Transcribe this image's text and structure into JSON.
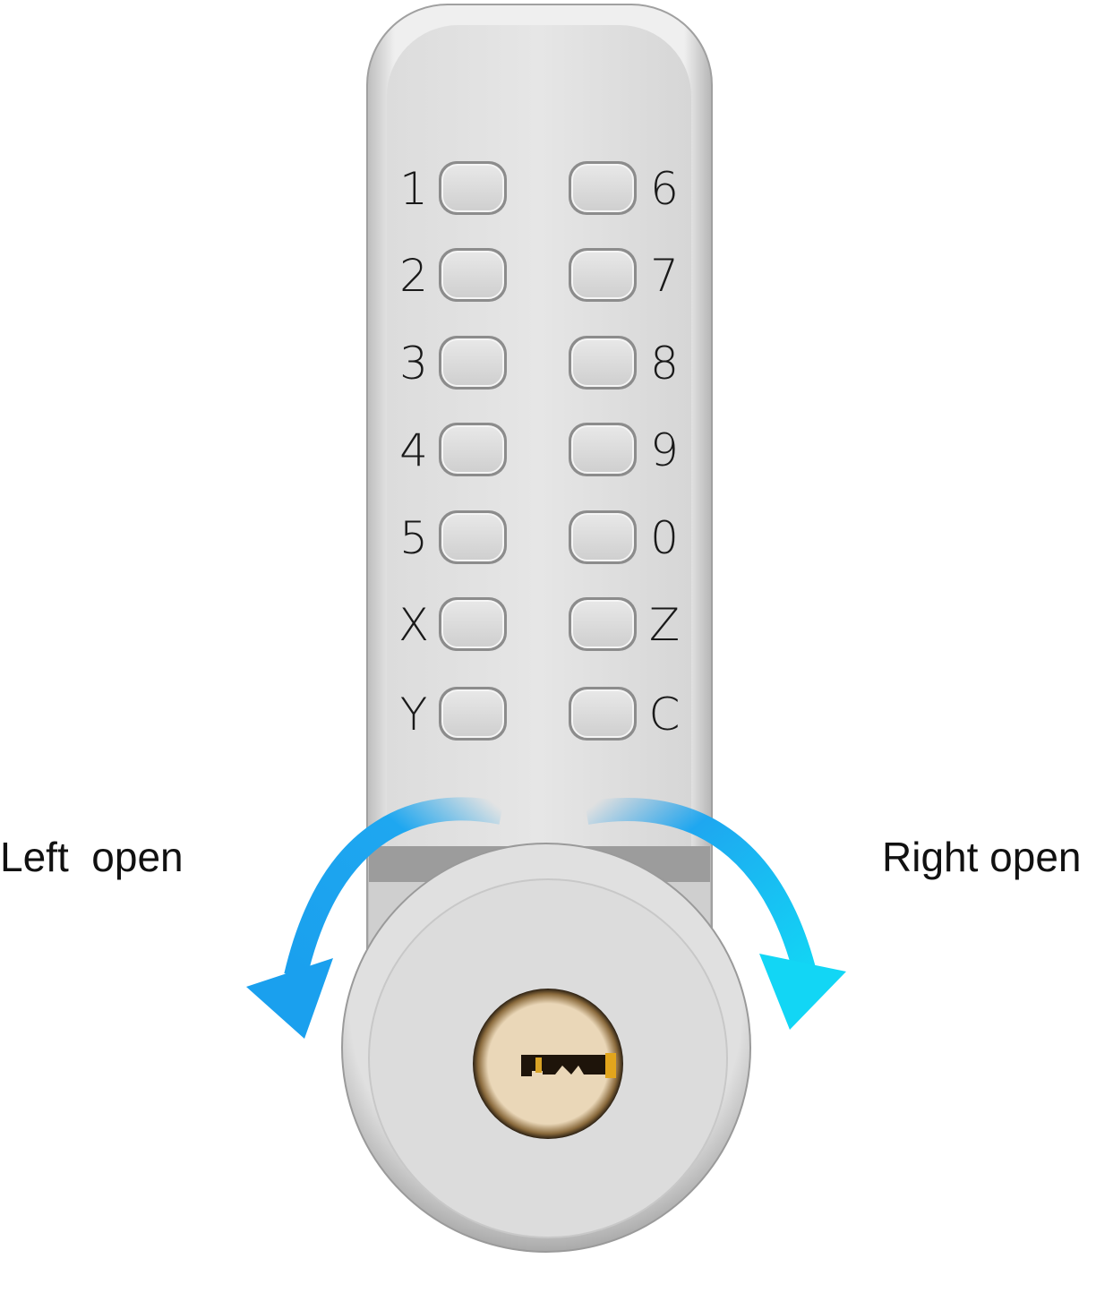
{
  "labels": {
    "left_open": "Left  open",
    "right_open": "Right open"
  },
  "keypad": {
    "left_column": [
      "1",
      "2",
      "3",
      "4",
      "5",
      "X",
      "Y"
    ],
    "right_column": [
      "6",
      "7",
      "8",
      "9",
      "0",
      "Z",
      "C"
    ]
  },
  "colors": {
    "arrow_blue": "#1ea7f0",
    "arrow_cyan": "#12d6f5",
    "metal": "#d9d9d9",
    "brass": "#e4cfae"
  },
  "icons": {
    "left_arrow": "curved-arrow-counterclockwise-icon",
    "right_arrow": "curved-arrow-clockwise-icon",
    "keyhole": "key-cylinder-icon"
  }
}
